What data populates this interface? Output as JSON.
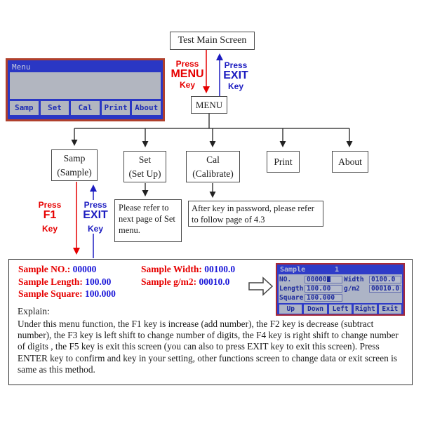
{
  "palette": {
    "red_text": "#e60000",
    "blue_text": "#1c1cc0",
    "value_blue": "#1a16d8",
    "lcd_blue": "#2a37c4",
    "lcd_border_red": "#b0402c",
    "lcd_gray": "#b2b6c0",
    "box_border": "#4a4a4a"
  },
  "lcd_top": {
    "title": "Menu",
    "buttons": [
      "Samp",
      "Set",
      "Cal",
      "Print",
      "About"
    ]
  },
  "flow": {
    "test_main_screen": "Test Main Screen",
    "menu": "MENU",
    "press_menu": {
      "line1": "Press",
      "line2": "MENU",
      "line3": "Key"
    },
    "press_exit_top": {
      "line1": "Press",
      "line2": "EXIT",
      "line3": "Key"
    },
    "press_f1": {
      "line1": "Press",
      "line2": "F1",
      "line3": "Key"
    },
    "press_exit_side": {
      "line1": "Press",
      "line2": "EXIT",
      "line3": "Key"
    },
    "nodes": {
      "samp": {
        "line1": "Samp",
        "line2": "(Sample)"
      },
      "set": {
        "line1": "Set",
        "line2": "(Set Up)"
      },
      "cal": {
        "line1": "Cal",
        "line2": "(Calibrate)"
      },
      "print": {
        "line1": "Print"
      },
      "about": {
        "line1": "About"
      }
    },
    "set_note": "Please refer to next page of Set menu.",
    "cal_note": "After key in password, please refer to follow page of 4.3"
  },
  "sample_panel": {
    "fields_left": [
      {
        "label": "Sample NO.:",
        "value": "00000"
      },
      {
        "label": "Sample Length:",
        "value": "100.00"
      },
      {
        "label": "Sample Square:",
        "value": "100.000"
      }
    ],
    "fields_right": [
      {
        "label": "Sample Width:",
        "value": "00100.0"
      },
      {
        "label": "Sample g/m2:",
        "value": "00010.0"
      }
    ],
    "explain_title": "Explain:",
    "explain_body": "Under this menu function, the F1 key is increase (add number), the F2 key is decrease (subtract number), the F3 key is left shift to change number of digits, the F4 key is right shift to change number of digits , the F5 key is exit this screen (you can also to press EXIT key to exit this screen). Press ENTER key to confirm and key in your setting, other functions screen to change data or exit screen is same as this method."
  },
  "lcd_bottom": {
    "title": "Sample",
    "indicator": "1",
    "row1": {
      "label1": "NO.",
      "value1": "00000",
      "label2": "Width",
      "value2": "0100.0"
    },
    "row2": {
      "label1": "Length",
      "value1": "100.00",
      "label2": "g/m2",
      "value2": "00010.0"
    },
    "row3": {
      "label1": "Square",
      "value1": "100.000"
    },
    "buttons": [
      "Up",
      "Down",
      "Left",
      "Right",
      "Exit"
    ]
  }
}
